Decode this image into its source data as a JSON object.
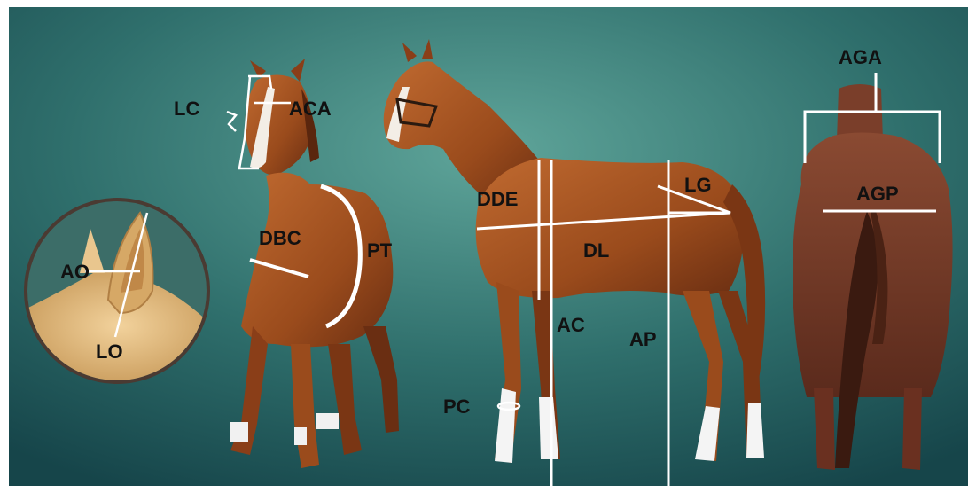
{
  "labels": {
    "lc": "LC",
    "aca": "ACA",
    "dbc": "DBC",
    "pt": "PT",
    "ao": "AO",
    "lo": "LO",
    "dde": "DDE",
    "lg": "LG",
    "dl": "DL",
    "ac": "AC",
    "ap": "AP",
    "pc": "PC",
    "aga": "AGA",
    "agp": "AGP"
  },
  "colors": {
    "background_light": "#4e9288",
    "background_dark": "#16454a",
    "coat": "#a4521f",
    "coat_dark": "#6a2e12",
    "measure_line": "#ffffff",
    "label_text": "#111111"
  }
}
